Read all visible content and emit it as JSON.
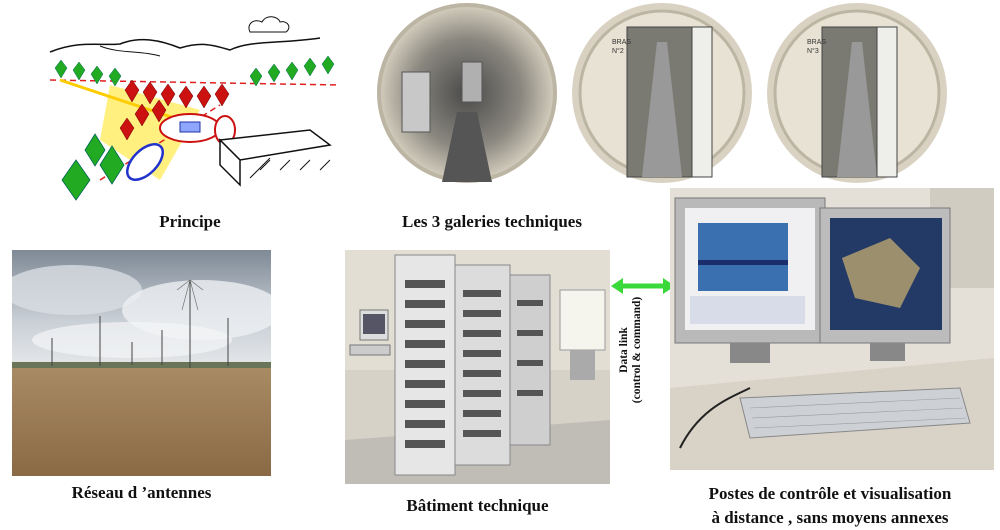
{
  "captions": {
    "principe": "Principe",
    "galeries": "Les 3 galeries techniques",
    "reseau": "Réseau d ’antennes",
    "batiment": "Bâtiment technique",
    "postes_line1": "Postes de contrôle et visualisation",
    "postes_line2": "à distance , sans moyens annexes"
  },
  "datalink": {
    "line1": "Data link",
    "line2": "(control & command)"
  },
  "gallery_doors": {
    "door2": "BRAS\nN°2",
    "door3": "BRAS\nN°3"
  },
  "colors": {
    "antenna_green": "#22aa22",
    "antenna_red": "#cc1111",
    "beam_yellow": "#ffe94a",
    "link_green": "#39d939",
    "gallery_wall": "#d9d2c2"
  }
}
